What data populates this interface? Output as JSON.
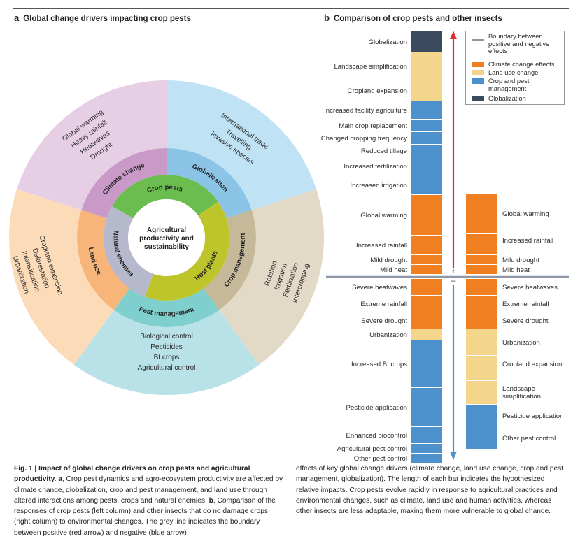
{
  "panel_a": {
    "letter": "a",
    "title": "Global change drivers impacting crop pests",
    "center": [
      "Agricultural",
      "productivity and",
      "sustainability"
    ],
    "inner": {
      "crop_pests": "Crop pests",
      "host_plants": "Host plants",
      "natural_enemies": "Natural enemies"
    },
    "middle": {
      "climate_change": "Climate change",
      "globalization": "Globalization",
      "crop_management": "Crop management",
      "pest_management": "Pest management",
      "land_use": "Land use"
    },
    "outer": {
      "climate_change": [
        "Global warming",
        "Heavy rainfall",
        "Heatwaves",
        "Drought"
      ],
      "globalization": [
        "International trade",
        "Travelling",
        "Invasive species"
      ],
      "crop_management": [
        "Rotation",
        "Irrigation",
        "Fertilization",
        "Intercropping"
      ],
      "pest_management": [
        "Biological control",
        "Pesticides",
        "Bt crops",
        "Agricultural control"
      ],
      "land_use": [
        "Cropland expansion",
        "Deforestation",
        "Intensification",
        "Urbanization"
      ]
    },
    "colors": {
      "climate_outer": "#e6cfe4",
      "climate_mid": "#c99ac8",
      "glob_outer": "#bfe3f5",
      "glob_mid": "#8bc4e6",
      "crop_outer": "#e2dac6",
      "crop_mid": "#c5b99a",
      "pest_outer": "#b9e1e8",
      "pest_mid": "#80cfcf",
      "land_outer": "#fcdcb8",
      "land_mid": "#f8b57a",
      "crop_pests": "#6cbd4f",
      "host_plants": "#bdc52a",
      "natural_enemies": "#b6b8cc"
    }
  },
  "panel_b": {
    "letter": "b",
    "title": "Comparison of crop pests and other insects",
    "legend": [
      {
        "label": "Boundary between positive and negative effects",
        "color": "#8c97a8",
        "kind": "line"
      },
      {
        "label": "Climate change effects",
        "color": "#f07f22",
        "kind": "box"
      },
      {
        "label": "Land use change",
        "color": "#f3d58c",
        "kind": "box"
      },
      {
        "label": "Crop and pest management",
        "color": "#4d91cc",
        "kind": "box"
      },
      {
        "label": "Globalization",
        "color": "#3c4a5f",
        "kind": "box"
      }
    ],
    "left_column_positive": [
      {
        "label": "Globalization",
        "cat": "glob"
      },
      {
        "label": "Landscape simplification",
        "cat": "land"
      },
      {
        "label": "Cropland expansion",
        "cat": "land"
      },
      {
        "label": "Increased facility agriculture",
        "cat": "mgmt"
      },
      {
        "label": "Main crop replacement",
        "cat": "mgmt"
      },
      {
        "label": "Changed cropping frequency",
        "cat": "mgmt"
      },
      {
        "label": "Reduced tillage",
        "cat": "mgmt"
      },
      {
        "label": "Increased fertilization",
        "cat": "mgmt"
      },
      {
        "label": "Increased irrigation",
        "cat": "mgmt"
      },
      {
        "label": "Global warming",
        "cat": "climate"
      },
      {
        "label": "Increased rainfall",
        "cat": "climate"
      },
      {
        "label": "Mild drought",
        "cat": "climate"
      },
      {
        "label": "Mild heat",
        "cat": "climate"
      }
    ],
    "left_column_negative": [
      {
        "label": "Severe heatwaves",
        "cat": "climate"
      },
      {
        "label": "Extreme rainfall",
        "cat": "climate"
      },
      {
        "label": "Severe drought",
        "cat": "climate"
      },
      {
        "label": "Urbanization",
        "cat": "land"
      },
      {
        "label": "Increased Bt crops",
        "cat": "mgmt"
      },
      {
        "label": "Pesticide application",
        "cat": "mgmt"
      },
      {
        "label": "Enhanced biocontrol",
        "cat": "mgmt"
      },
      {
        "label": "Agricultural pest control",
        "cat": "mgmt"
      },
      {
        "label": "Other pest control",
        "cat": "mgmt"
      }
    ],
    "right_column_positive": [
      {
        "label": "Global warming",
        "cat": "climate"
      },
      {
        "label": "Increased rainfall",
        "cat": "climate"
      },
      {
        "label": "Mild drought",
        "cat": "climate"
      },
      {
        "label": "Mild heat",
        "cat": "climate"
      }
    ],
    "right_column_negative": [
      {
        "label": "Severe heatwaves",
        "cat": "climate"
      },
      {
        "label": "Extreme rainfall",
        "cat": "climate"
      },
      {
        "label": "Severe drought",
        "cat": "climate"
      },
      {
        "label": "Urbanization",
        "cat": "land"
      },
      {
        "label": "Cropland expansion",
        "cat": "land"
      },
      {
        "label": "Landscape simplification",
        "cat": "land"
      },
      {
        "label": "Pesticide application",
        "cat": "mgmt"
      },
      {
        "label": "Other pest control",
        "cat": "mgmt"
      }
    ],
    "arrow_plus": "+",
    "arrow_minus": "–",
    "arrow_up_color": "#d9312b",
    "arrow_down_color": "#4d91cc"
  },
  "caption": {
    "bold_lead": "Fig. 1 | Impact of global change drivers on crop pests and agricultural productivity.",
    "part_a_label": "a",
    "part_a": ", Crop pest dynamics and agro-ecosystem productivity are affected by climate change, globalization, crop and pest management, and land use through altered interactions among pests, crops and natural enemies.",
    "part_b_label": "b",
    "part_b": ", Comparison of the responses of crop pests (left column) and other insects that do no damage crops (right column) to environmental changes. The grey line indicates the boundary between positive (red arrow) and negative (blue arrow)",
    "right_text": "effects of key global change drivers (climate change, land use change, crop and pest management, globalization). The length of each bar indicates the hypothesized relative impacts. Crop pests evolve rapidly in response to agricultural practices and environmental changes, such as climate, land use and human activities, whereas other insects are less adaptable, making them more vulnerable to global change."
  }
}
